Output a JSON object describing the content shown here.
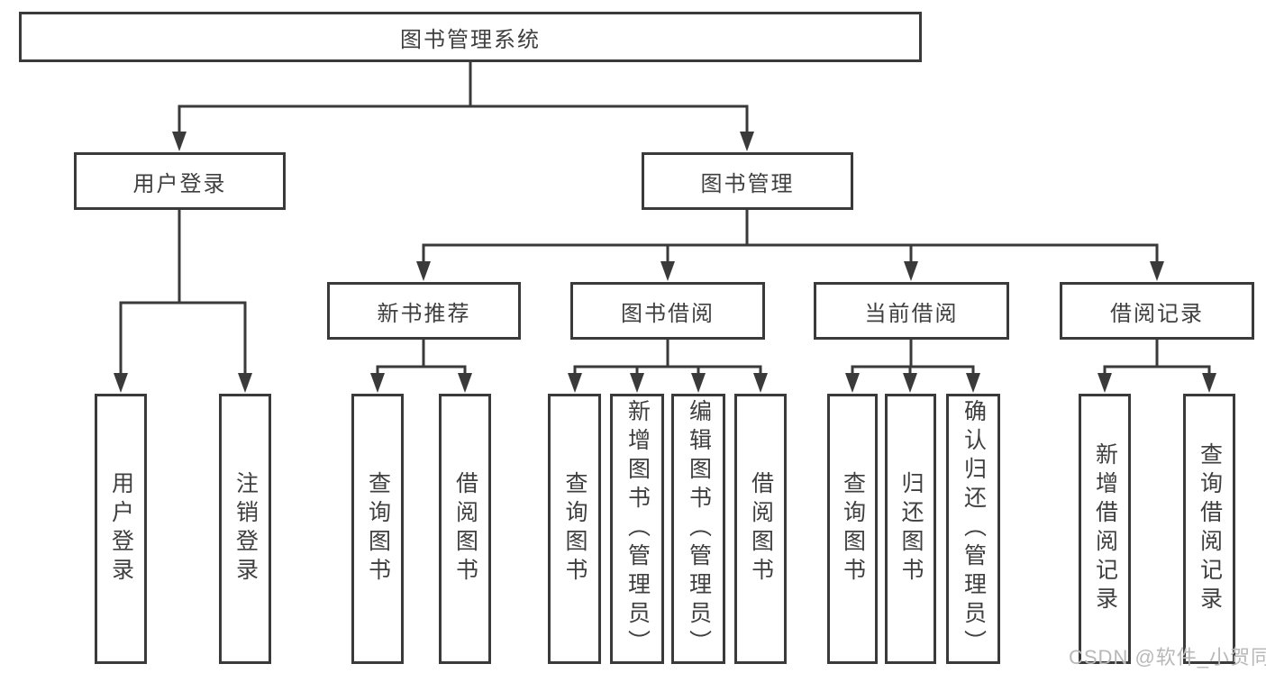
{
  "tree": {
    "root": {
      "label": "图书管理系统"
    },
    "level1": [
      {
        "label": "用户登录",
        "children": [
          {
            "label": "用户登录"
          },
          {
            "label": "注销登录"
          }
        ]
      },
      {
        "label": "图书管理",
        "children": [
          {
            "label": "新书推荐",
            "children": [
              {
                "label": "查询图书"
              },
              {
                "label": "借阅图书"
              }
            ]
          },
          {
            "label": "图书借阅",
            "children": [
              {
                "label": "查询图书"
              },
              {
                "label": "新增图书（管理员）"
              },
              {
                "label": "编辑图书（管理员）"
              },
              {
                "label": "借阅图书"
              }
            ]
          },
          {
            "label": "当前借阅",
            "children": [
              {
                "label": "查询图书"
              },
              {
                "label": "归还图书"
              },
              {
                "label": "确认归还（管理员）"
              }
            ]
          },
          {
            "label": "借阅记录",
            "children": [
              {
                "label": "新增借阅记录"
              },
              {
                "label": "查询借阅记录"
              }
            ]
          }
        ]
      }
    ]
  },
  "watermark": {
    "text": "CSDN @软件_小贺同学"
  },
  "colors": {
    "line": "#3a3a3a",
    "border": "#3a3a3a",
    "text": "#3f3f3f",
    "background": "#ffffff",
    "watermark": "#b8b8b8"
  }
}
